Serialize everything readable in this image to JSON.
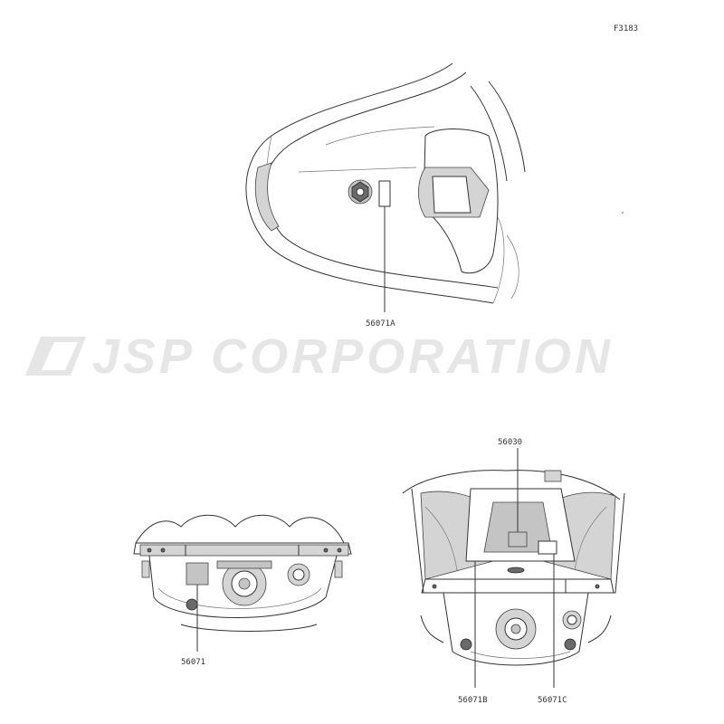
{
  "figure_code": "F3183",
  "watermark": {
    "text": "JSP CORPORATION",
    "logo_icon": "jsp-slanted-logo-icon"
  },
  "callouts": [
    {
      "id": "callout-56071a",
      "label": "56071A"
    },
    {
      "id": "callout-56071",
      "label": "56071"
    },
    {
      "id": "callout-56030",
      "label": "56030"
    },
    {
      "id": "callout-56071b",
      "label": "56071B"
    },
    {
      "id": "callout-56071c",
      "label": "56071C"
    }
  ]
}
